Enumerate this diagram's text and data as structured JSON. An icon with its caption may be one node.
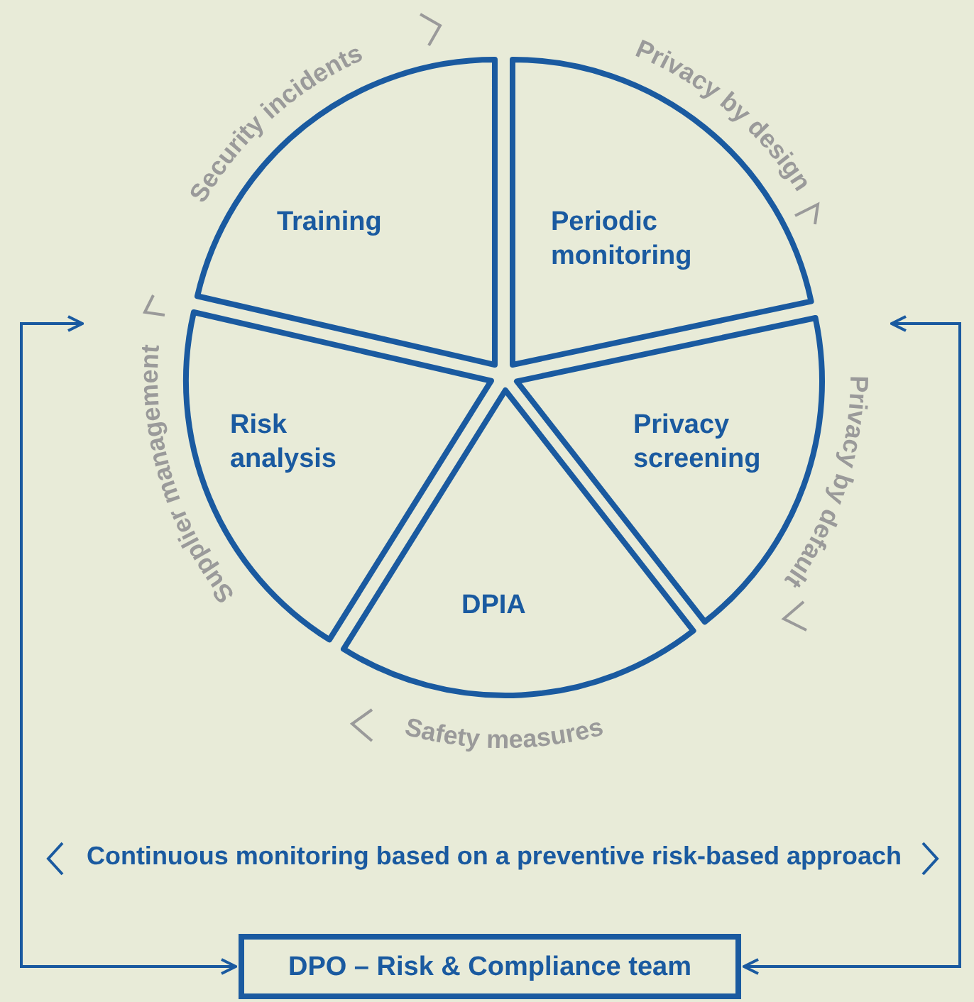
{
  "diagram": {
    "nodes": [
      {
        "text": [
          "Training"
        ]
      },
      {
        "text": [
          "Periodic monitoring"
        ]
      },
      {
        "text": [
          "Risk analysis"
        ]
      },
      {
        "text": [
          "Privacy screening"
        ]
      },
      {
        "text": [
          "DPIA"
        ]
      },
      {
        "text": [
          "DPO – Risk & Compliance team"
        ]
      }
    ],
    "edges": [
      {
        "from": null,
        "to": 5,
        "arrow": "both"
      },
      {
        "from": null,
        "to": 5,
        "arrow": "both"
      }
    ],
    "labels": [
      "Security incidents",
      "Privacy by design",
      "Supplier management",
      "Privacy by default",
      "Safety measures",
      "Continuous monitoring based on a preventive risk-based approach"
    ]
  }
}
